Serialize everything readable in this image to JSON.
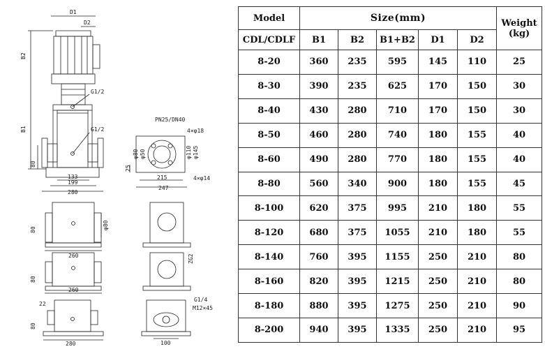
{
  "drawing": {
    "labels": {
      "d1": "D1",
      "d2": "D2",
      "b2": "B2",
      "b1": "B1",
      "g_top": "G1/2",
      "g_mid": "G1/2",
      "h80_a": "80",
      "dim133": "133",
      "dim199": "199",
      "dim280": "280",
      "flange_title": "PN25/DN40",
      "holes_top": "4×φ18",
      "phi80": "φ80",
      "phi50": "φ50",
      "phi110": "φ110",
      "phi145": "φ145",
      "h25": "25",
      "dim215": "215",
      "dim247": "247",
      "holes_bot": "4×φ14",
      "h80_b": "80",
      "phi80b": "φ80",
      "dim260a": "260",
      "h80_c": "80",
      "zg2": "ZG2",
      "dim260b": "260",
      "dim22": "22",
      "h80_d": "80",
      "dim280b": "280",
      "g1_4": "G1/4",
      "m12": "M12×45",
      "dim100": "100"
    }
  },
  "table": {
    "header": {
      "model": "Model",
      "size": "Size(mm)",
      "weight_line1": "Weight",
      "weight_line2": "(kg)",
      "sub_model": "CDL/CDLF",
      "b1": "B1",
      "b2": "B2",
      "b1b2": "B1+B2",
      "d1": "D1",
      "d2": "D2"
    },
    "rows": [
      [
        "8-20",
        "360",
        "235",
        "595",
        "145",
        "110",
        "25"
      ],
      [
        "8-30",
        "390",
        "235",
        "625",
        "170",
        "150",
        "30"
      ],
      [
        "8-40",
        "430",
        "280",
        "710",
        "170",
        "150",
        "30"
      ],
      [
        "8-50",
        "460",
        "280",
        "740",
        "180",
        "155",
        "40"
      ],
      [
        "8-60",
        "490",
        "280",
        "770",
        "180",
        "155",
        "40"
      ],
      [
        "8-80",
        "560",
        "340",
        "900",
        "180",
        "155",
        "45"
      ],
      [
        "8-100",
        "620",
        "375",
        "995",
        "210",
        "180",
        "55"
      ],
      [
        "8-120",
        "680",
        "375",
        "1055",
        "210",
        "180",
        "55"
      ],
      [
        "8-140",
        "760",
        "395",
        "1155",
        "250",
        "210",
        "80"
      ],
      [
        "8-160",
        "820",
        "395",
        "1215",
        "250",
        "210",
        "80"
      ],
      [
        "8-180",
        "880",
        "395",
        "1275",
        "250",
        "210",
        "90"
      ],
      [
        "8-200",
        "940",
        "395",
        "1335",
        "250",
        "210",
        "95"
      ]
    ]
  }
}
